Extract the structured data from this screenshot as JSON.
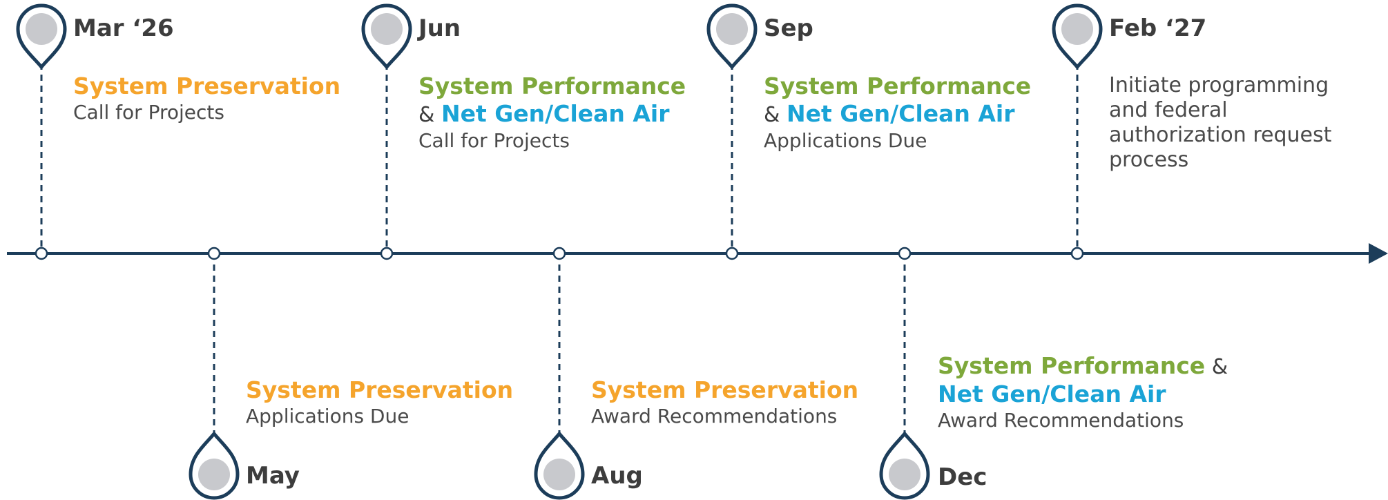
{
  "colors": {
    "axis": "#1c3d5a",
    "pin_fill": "#c8c9cd",
    "system_preservation": "#f5a42c",
    "system_performance": "#7ea83b",
    "net_gen_clean_air": "#1aa3d6",
    "label_text": "#3d3d3d"
  },
  "timeline": {
    "milestones": [
      {
        "date": "Mar ‘26"
      },
      {
        "date": "May"
      },
      {
        "date": "Jun"
      },
      {
        "date": "Aug"
      },
      {
        "date": "Sep"
      },
      {
        "date": "Dec"
      },
      {
        "date": "Feb ‘27"
      }
    ],
    "events": {
      "mar26": {
        "program": "System Preservation",
        "detail": "Call for Projects"
      },
      "may": {
        "program": "System Preservation",
        "detail": "Applications Due"
      },
      "jun": {
        "program1": "System Performance",
        "amp": "&",
        "program2": "Net Gen/Clean Air",
        "detail": "Call for Projects"
      },
      "aug": {
        "program": "System Preservation",
        "detail": "Award Recommendations"
      },
      "sep": {
        "program1": "System Performance",
        "amp": "&",
        "program2": "Net Gen/Clean Air",
        "detail": "Applications Due"
      },
      "dec": {
        "program1": "System Performance",
        "amp": "&",
        "program2": "Net Gen/Clean Air",
        "detail": "Award Recommendations"
      },
      "feb27": {
        "lines": [
          "Initiate programming",
          "and federal",
          "authorization request",
          "process"
        ]
      }
    }
  }
}
